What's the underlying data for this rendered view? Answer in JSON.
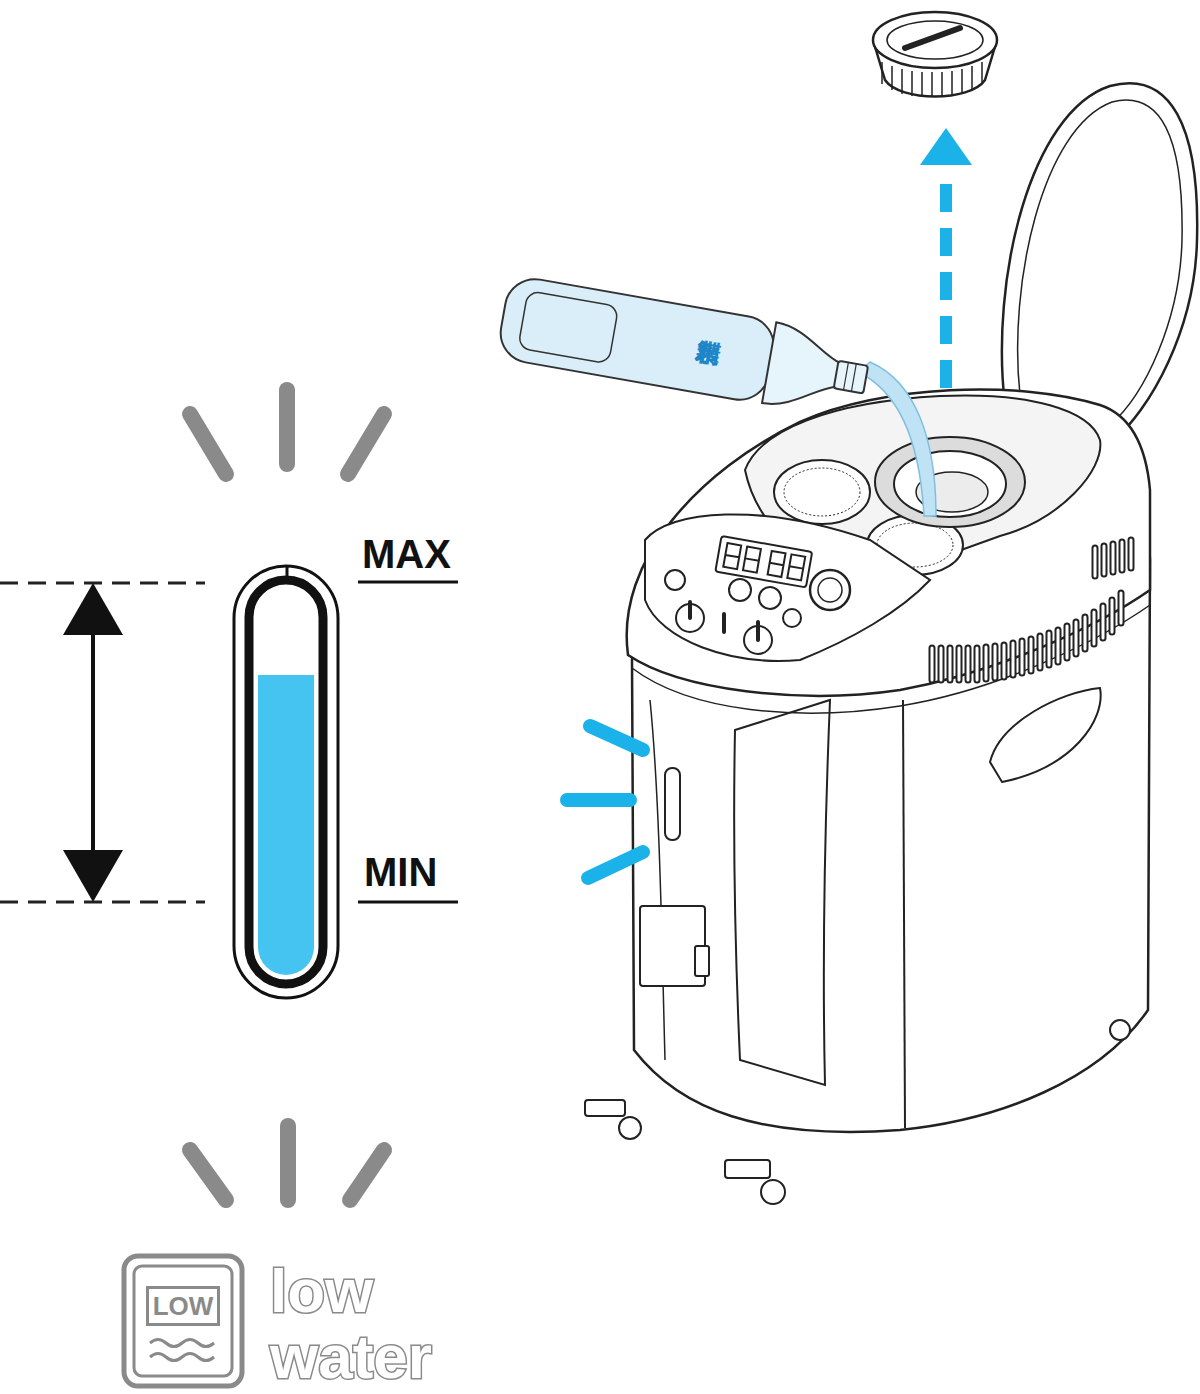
{
  "diagram": {
    "nodes": [
      {
        "text": [
          "LOW"
        ]
      }
    ],
    "labels": [
      "MAX",
      "MIN",
      "low water",
      "精製水"
    ]
  }
}
